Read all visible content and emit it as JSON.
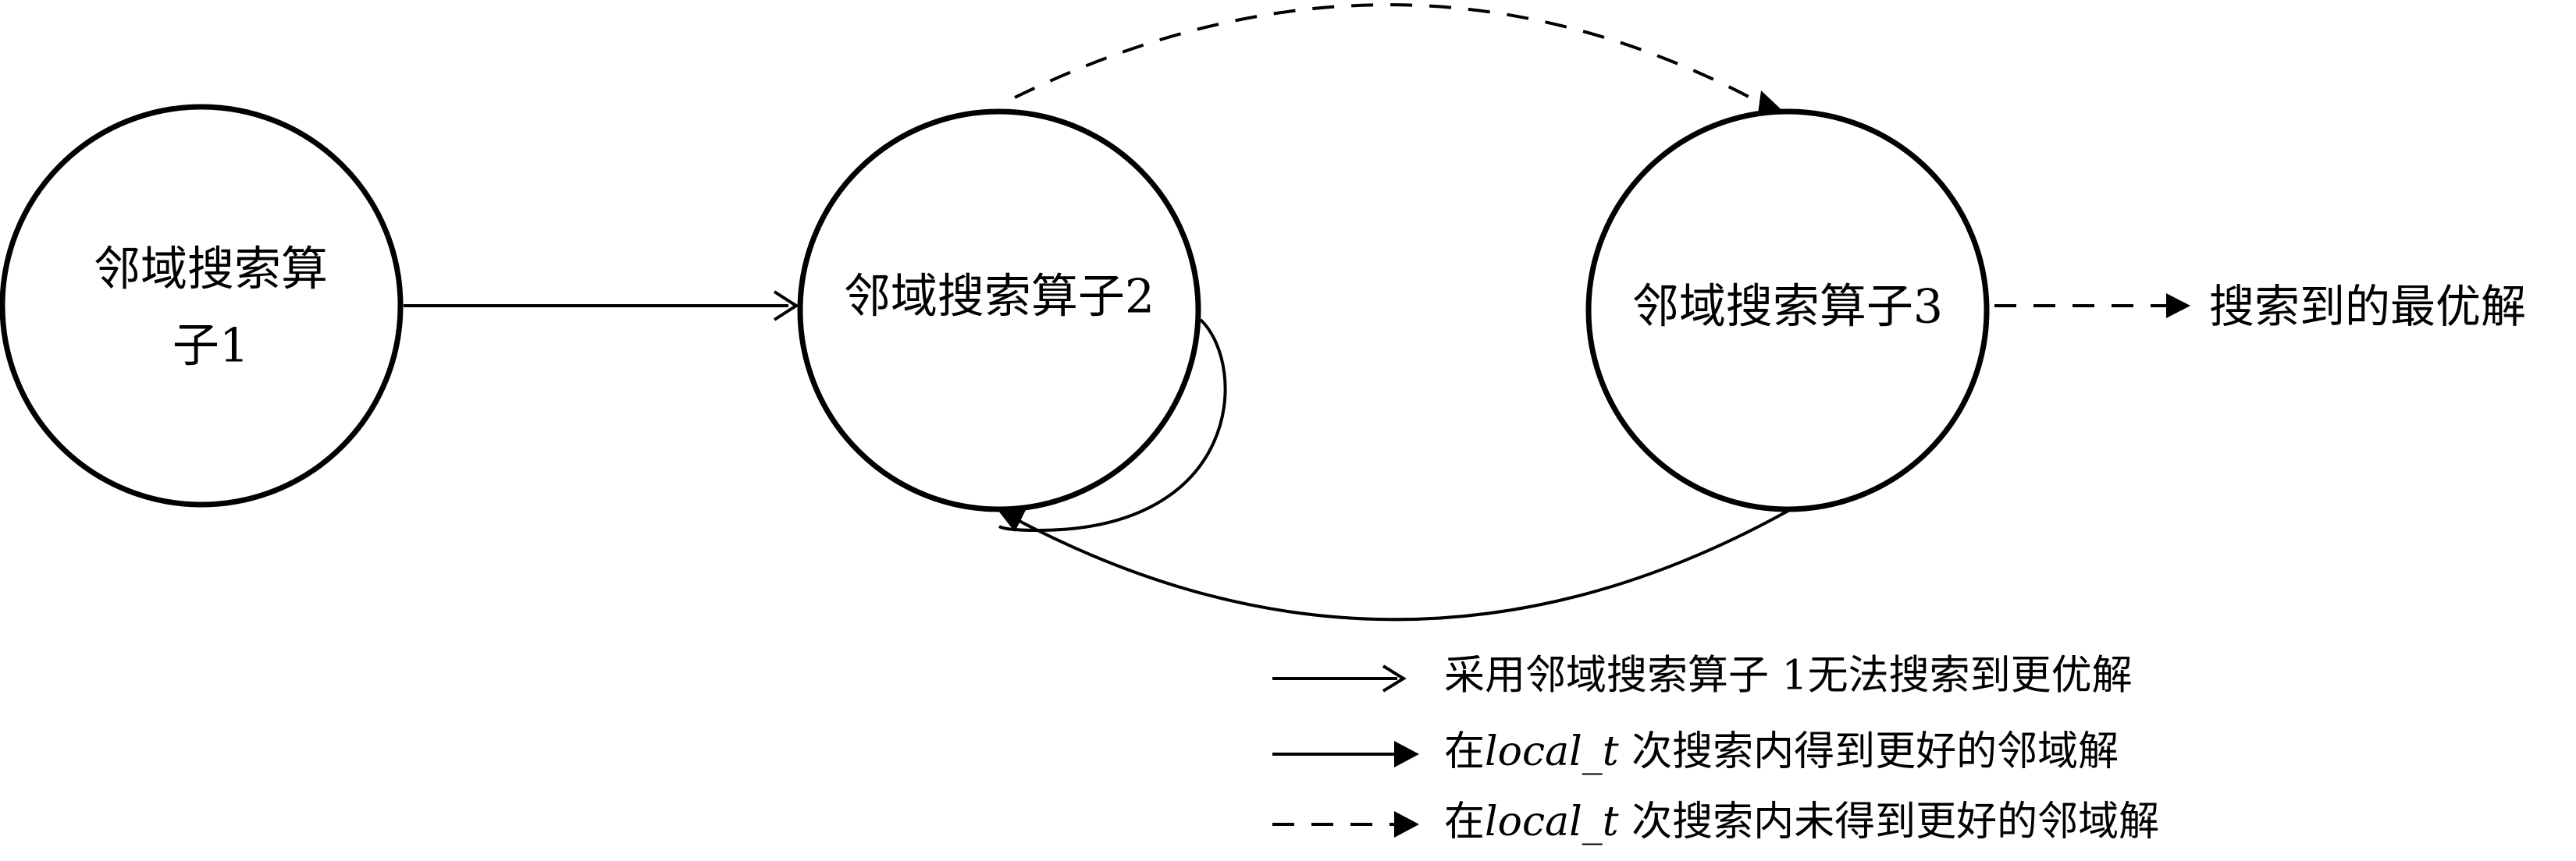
{
  "nodes": {
    "operator1": {
      "line1": "邻域搜索算",
      "line2": "子1"
    },
    "operator2": {
      "label": "邻域搜索算子2"
    },
    "operator3": {
      "label": "邻域搜索算子3"
    }
  },
  "result": {
    "label": "搜索到的最优解"
  },
  "legend": {
    "items": [
      {
        "style": "open-arrow",
        "text": "采用邻域搜索算子 1无法搜索到更优解"
      },
      {
        "style": "solid-arrow",
        "prefix": "在",
        "italic": "local_t",
        "suffix": " 次搜索内得到更好的邻域解"
      },
      {
        "style": "dashed-arrow",
        "prefix": "在",
        "italic": "local_t",
        "suffix": " 次搜索内未得到更好的邻域解"
      }
    ]
  }
}
